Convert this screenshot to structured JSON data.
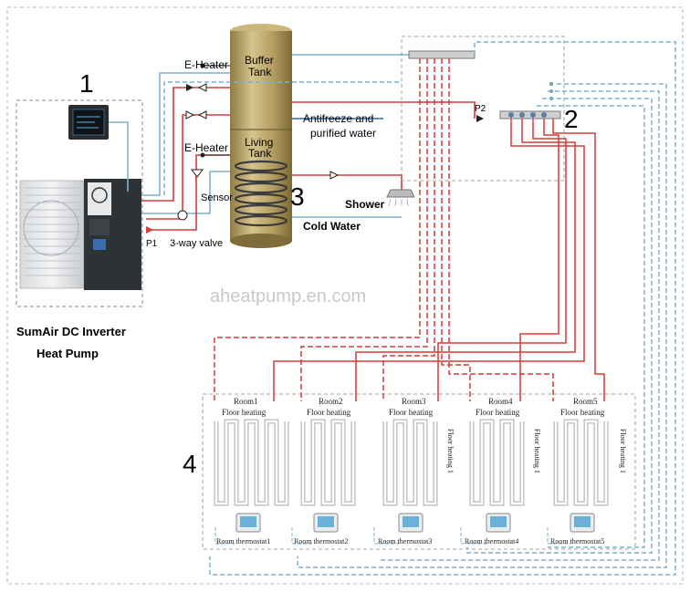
{
  "sections": {
    "one": "1",
    "two": "2",
    "three": "3",
    "four": "4"
  },
  "heat_pump": {
    "line1": "SumAir DC Inverter",
    "line2": "Heat Pump"
  },
  "tank": {
    "buffer_line1": "Buffer",
    "buffer_line2": "Tank",
    "living_line1": "Living",
    "living_line2": "Tank"
  },
  "labels": {
    "eheater_top": "E-Heater",
    "eheater_mid": "E-Heater",
    "sensor": "Sensor",
    "three_way": "3-way valve",
    "p1": "P1",
    "p2": "P2",
    "antifreeze1": "Antifreeze and",
    "antifreeze2": "purified water",
    "shower": "Shower",
    "cold_water": "Cold Water",
    "watermark": "aheatpump.en.com"
  },
  "rooms": [
    {
      "name": "Room1",
      "floor": "Floor heating",
      "thermostat": "Room thermostat1"
    },
    {
      "name": "Room2",
      "floor": "Floor heating",
      "thermostat": "Room thermostat2"
    },
    {
      "name": "Room3",
      "floor": "Floor heating",
      "thermostat": "Room thermostat3"
    },
    {
      "name": "Room4",
      "floor": "Floor heating",
      "thermostat": "Room thermostat4"
    },
    {
      "name": "Room5",
      "floor": "Floor heating",
      "thermostat": "Room thermostat5"
    }
  ],
  "floor_heating_vertical": "Floor heating 1",
  "colors": {
    "supply": "#d63a3a",
    "return": "#7fb0d0",
    "tank": "#b49d5f"
  }
}
